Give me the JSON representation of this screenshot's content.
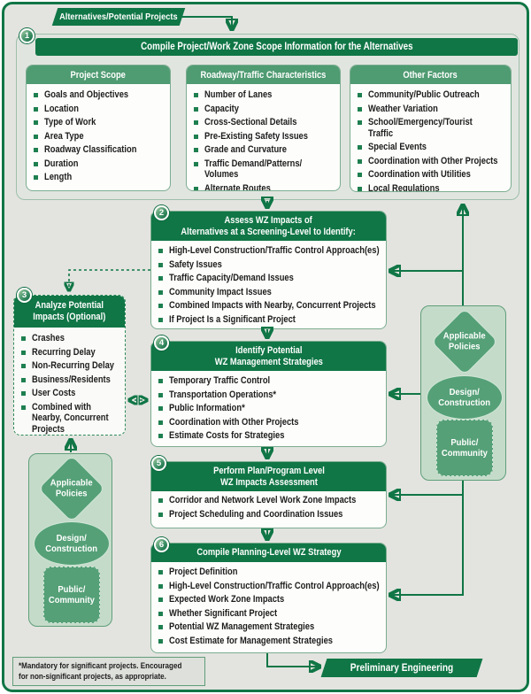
{
  "colors": {
    "dark_green": "#107646",
    "mid_green": "#4F9B72",
    "light_panel": "#C5DBCA",
    "page_bg": "#E3E4E0",
    "bullet_green": "#1E7F4F"
  },
  "top_banner": {
    "label": "Alternatives/Potential Projects"
  },
  "bottom_banner": {
    "label": "Preliminary Engineering"
  },
  "step1": {
    "badge": "1",
    "title": "Compile Project/Work Zone Scope Information for the Alternatives",
    "columns": [
      {
        "title": "Project Scope",
        "items": [
          "Goals and Objectives",
          "Location",
          "Type of Work",
          "Area Type",
          "Roadway Classification",
          "Duration",
          "Length"
        ]
      },
      {
        "title": "Roadway/Traffic Characteristics",
        "items": [
          "Number of Lanes",
          "Capacity",
          "Cross-Sectional Details",
          "Pre-Existing Safety Issues",
          "Grade and Curvature",
          "Traffic Demand/Patterns/\nVolumes",
          "Alternate Routes"
        ]
      },
      {
        "title": "Other Factors",
        "items": [
          "Community/Public Outreach",
          "Weather Variation",
          "School/Emergency/Tourist\nTraffic",
          "Special Events",
          "Coordination with Other Projects",
          "Coordination with Utilities",
          "Local Regulations"
        ]
      }
    ]
  },
  "step2": {
    "badge": "2",
    "title": "Assess WZ Impacts of\nAlternatives at a Screening-Level to Identify:",
    "items": [
      "High-Level Construction/Traffic Control Approach(es)",
      "Safety Issues",
      "Traffic Capacity/Demand Issues",
      "Community Impact Issues",
      "Combined Impacts with Nearby, Concurrent Projects",
      "If Project Is a Significant Project"
    ]
  },
  "step3": {
    "badge": "3",
    "title": "Analyze Potential\nImpacts (Optional)",
    "items": [
      "Crashes",
      "Recurring Delay",
      "Non-Recurring Delay",
      "Business/Residents",
      "User Costs",
      "Combined with\nNearby, Concurrent\nProjects"
    ]
  },
  "step4": {
    "badge": "4",
    "title": "Identify Potential\nWZ Management Strategies",
    "items": [
      "Temporary Traffic Control",
      "Transportation Operations*",
      "Public Information*",
      "Coordination with Other Projects",
      "Estimate Costs for Strategies"
    ]
  },
  "step5": {
    "badge": "5",
    "title": "Perform Plan/Program Level\nWZ Impacts Assessment",
    "items": [
      "Corridor and Network Level Work Zone Impacts",
      "Project Scheduling and Coordination Issues"
    ]
  },
  "step6": {
    "badge": "6",
    "title": "Compile Planning-Level WZ Strategy",
    "items": [
      "Project Definition",
      "High-Level Construction/Traffic Control Approach(es)",
      "Expected Work Zone Impacts",
      "Whether Significant Project",
      "Potential WZ Management Strategies",
      "Cost Estimate for Management Strategies"
    ]
  },
  "policies": {
    "diamond": "Applicable\nPolicies",
    "ellipse": "Design/\nConstruction",
    "box": "Public/\nCommunity"
  },
  "footnote": "*Mandatory for significant projects.  Encouraged\nfor non-significant projects, as appropriate."
}
